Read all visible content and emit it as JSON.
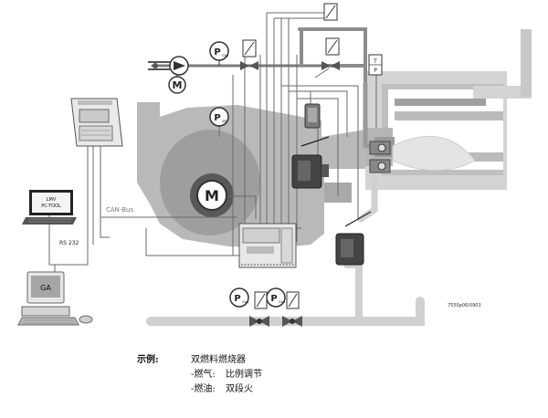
{
  "labels": {
    "pc_tool_1": "LMV",
    "pc_tool_2": "PC-TOOL",
    "laptop_1": "LMV",
    "laptop_2": "PC-TOOL",
    "can_bus": "CAN-Bus",
    "rs232": "RS 232",
    "ga": "GA",
    "motor": "M",
    "motor_small": "M",
    "p_gas_1": "P",
    "p_gas_1_sub": "GAS",
    "p_air": "P",
    "p_air_sub": "AIR",
    "p_gas_2": "P",
    "p_gas_2_sub": "GAS",
    "p_gas_3": "P",
    "p_gas_3_sub": "GAS",
    "thermo_t": "T",
    "thermo_p": "P",
    "doc_code": "7550p06/0903"
  },
  "caption": {
    "label": "示例:",
    "line1": "双燃料燃烧器",
    "line2_prefix": "-燃气:",
    "line2_text": "比例调节",
    "line3_prefix": "-燃油:",
    "line3_text": "双段火"
  }
}
